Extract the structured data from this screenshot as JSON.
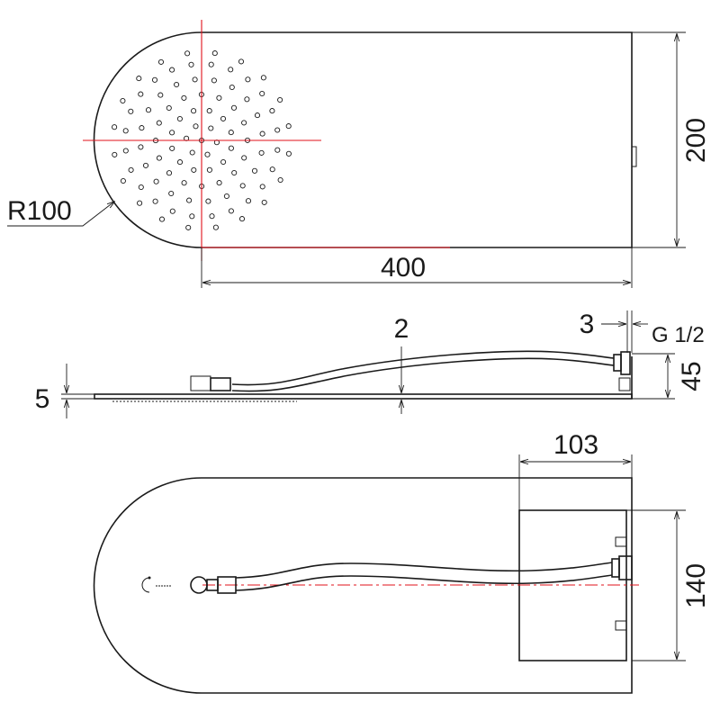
{
  "dimensions": {
    "width_top": "400",
    "height_top": "200",
    "radius": "R100",
    "thickness_plate": "2",
    "offset_wall": "3",
    "thread": "G 1/2",
    "height_side": "45",
    "thickness_edge": "5",
    "bracket_width": "103",
    "bracket_height": "140"
  },
  "colors": {
    "outline": "#1a1a1a",
    "centerline": "#e0101a"
  }
}
